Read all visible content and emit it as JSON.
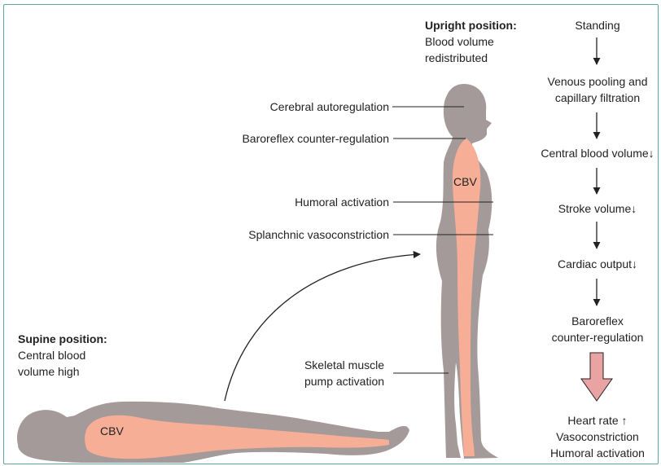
{
  "upright": {
    "title": "Upright position:",
    "line1": "Blood volume",
    "line2": "redistributed"
  },
  "supine": {
    "title": "Supine position:",
    "line1": "Central blood",
    "line2": "volume high"
  },
  "cbv_label": "CBV",
  "mechanisms": {
    "cerebral": "Cerebral autoregulation",
    "baroreflex": "Baroreflex counter-regulation",
    "humoral": "Humoral activation",
    "splanchnic": "Splanchnic vasoconstriction",
    "skeletal_1": "Skeletal muscle",
    "skeletal_2": "pump activation"
  },
  "flow": {
    "step1": "Standing",
    "step2_a": "Venous pooling and",
    "step2_b": "capillary filtration",
    "step3": "Central blood volume↓",
    "step4": "Stroke volume↓",
    "step5": "Cardiac output↓",
    "step6_a": "Baroreflex",
    "step6_b": "counter-regulation",
    "result_a": "Heart rate ↑",
    "result_b": "Vasoconstriction",
    "result_c": "Humoral activation"
  },
  "colors": {
    "body_grey": "#a59a9a",
    "blood_pink": "#f7ae96",
    "frame_teal": "#59a6a6",
    "big_arrow_fill": "#eaa3a3"
  }
}
